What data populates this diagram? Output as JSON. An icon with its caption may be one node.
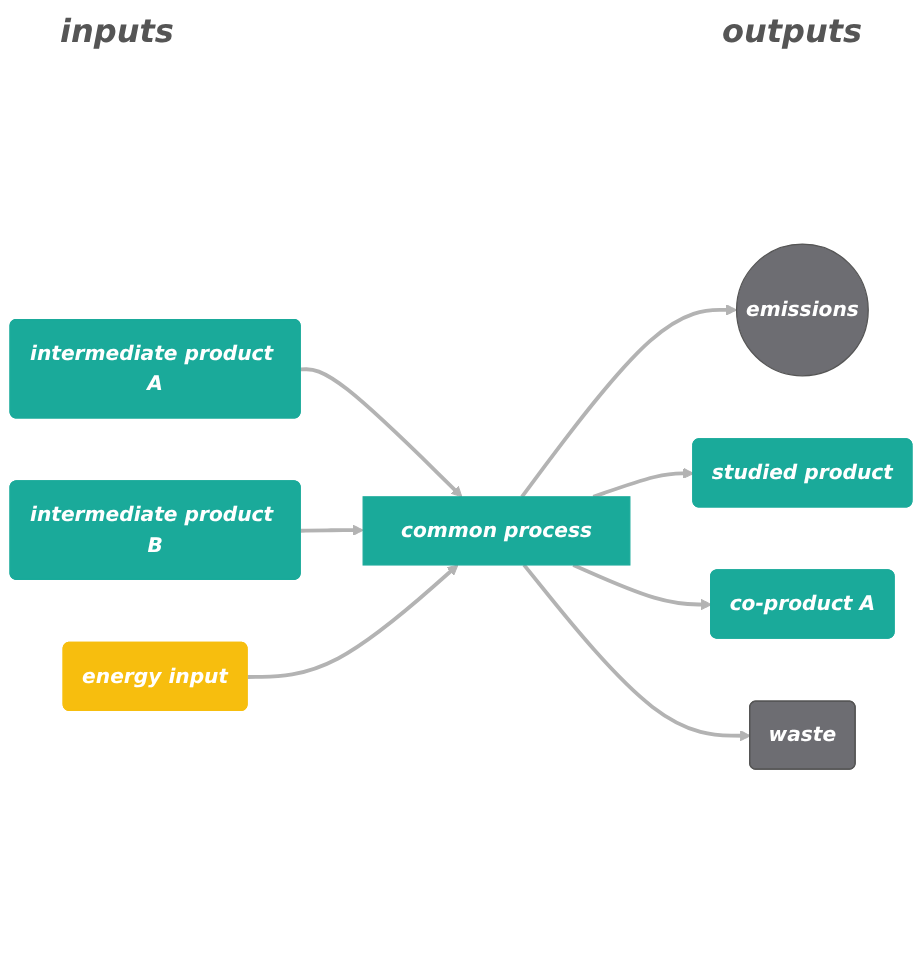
{
  "diagram": {
    "nodes": [
      {
        "text": [
          "emissions"
        ]
      },
      {
        "text": [
          "intermediate product A"
        ]
      },
      {
        "text": [
          "intermediate product B"
        ]
      },
      {
        "text": [
          "energy input"
        ]
      },
      {
        "text": [
          "common process"
        ]
      },
      {
        "text": [
          "studied product"
        ]
      },
      {
        "text": [
          "co-product A"
        ]
      },
      {
        "text": [
          "waste"
        ]
      }
    ],
    "edges": [
      {
        "from": 4,
        "to": 0,
        "arrow": "to"
      },
      {
        "from": 1,
        "to": 4,
        "arrow": "to"
      },
      {
        "from": 4,
        "to": 5,
        "arrow": "to"
      },
      {
        "from": 2,
        "to": 4,
        "arrow": "to"
      },
      {
        "from": 4,
        "to": 6,
        "arrow": "to"
      },
      {
        "from": 3,
        "to": 4,
        "arrow": "to"
      },
      {
        "from": 4,
        "to": 7,
        "arrow": "to"
      }
    ],
    "labels": [
      "inputs",
      "outputs"
    ]
  }
}
